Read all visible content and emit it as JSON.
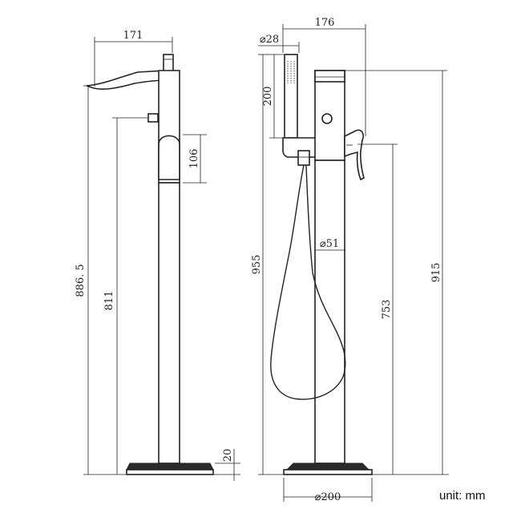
{
  "drawing": {
    "unit_label": "unit: mm",
    "side_view": {
      "dims": {
        "spout_reach": "171",
        "handle_opening": "106",
        "total_height": "886. 5",
        "spout_height": "811",
        "base_thickness": "20"
      }
    },
    "front_view": {
      "dims": {
        "overall_width": "176",
        "handshower_dia": "⌀28",
        "handshower_length": "200",
        "body_dia": "⌀51",
        "holder_height": "955",
        "handle_height": "753",
        "total_height": "915",
        "base_dia": "⌀200"
      }
    }
  }
}
